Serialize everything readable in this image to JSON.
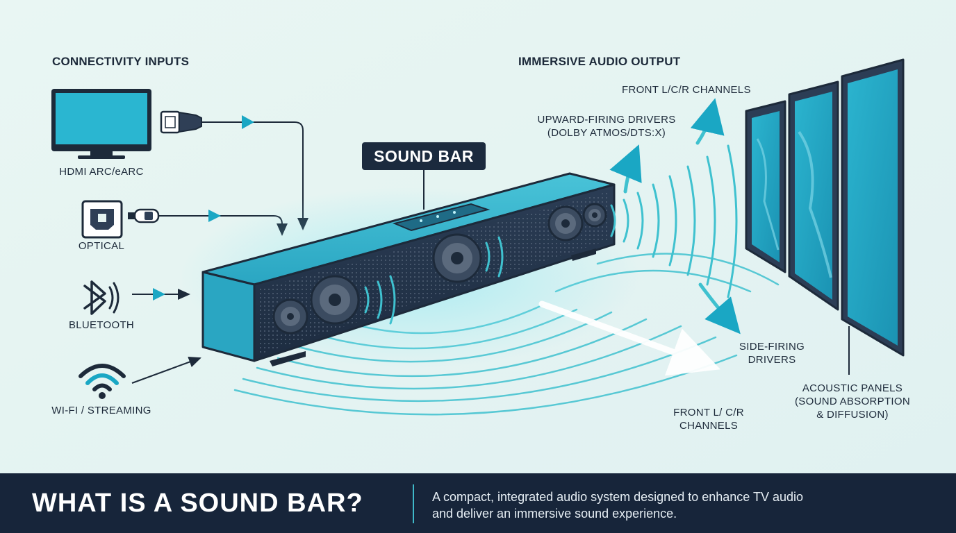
{
  "headings": {
    "inputs": "CONNECTIVITY INPUTS",
    "outputs": "IMMERSIVE AUDIO OUTPUT"
  },
  "inputs": [
    {
      "label": "HDMI ARC/eARC",
      "icon": "tv-icon"
    },
    {
      "label": "OPTICAL",
      "icon": "optical-port-icon"
    },
    {
      "label": "BLUETOOTH",
      "icon": "bluetooth-icon"
    },
    {
      "label": "WI-FI / STREAMING",
      "icon": "wifi-icon"
    }
  ],
  "device": {
    "label": "SOUND BAR"
  },
  "outputs": {
    "front_top": "FRONT L/C/R CHANNELS",
    "upward_line1": "UPWARD-FIRING DRIVERS",
    "upward_line2": "(DOLBY ATMOS/DTS:X)",
    "side_line1": "SIDE-FIRING",
    "side_line2": "DRIVERS",
    "front_bottom_line1": "FRONT L/ C/R",
    "front_bottom_line2": "CHANNELS",
    "panels_line1": "ACOUSTIC PANELS",
    "panels_line2": "(SOUND ABSORPTION",
    "panels_line3": "& DIFFUSION)"
  },
  "footer": {
    "title": "WHAT IS A SOUND BAR?",
    "desc_line1": "A compact, integrated audio system designed to enhance TV audio",
    "desc_line2": "and deliver an immersive sound experience."
  },
  "colors": {
    "background": "#e6f4f2",
    "accent": "#1aa7c4",
    "dark": "#1b2a3e",
    "wave": "#3fc1cf",
    "footer": "#17253a"
  }
}
